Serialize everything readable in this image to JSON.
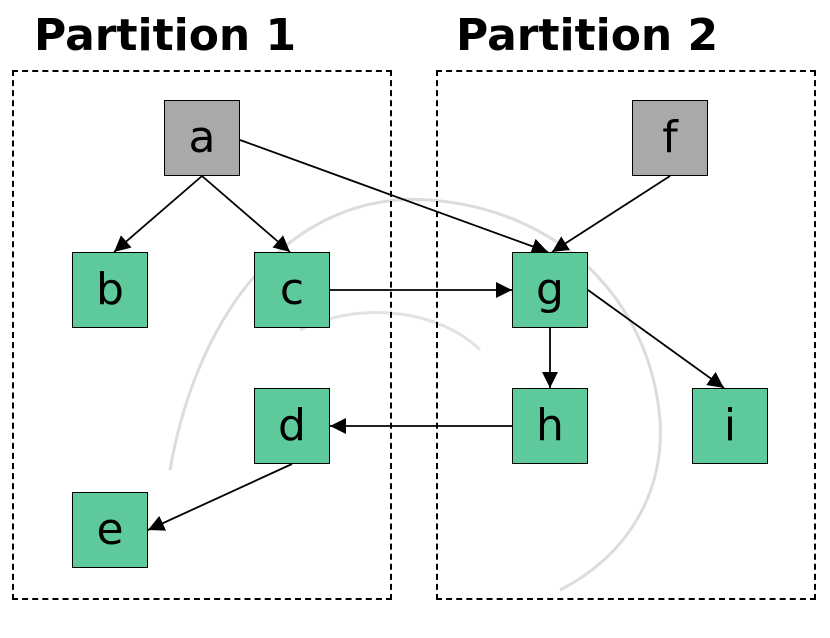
{
  "titles": {
    "partition_1": "Partition 1",
    "partition_2": "Partition 2"
  },
  "nodes": {
    "a": "a",
    "b": "b",
    "c": "c",
    "d": "d",
    "e": "e",
    "f": "f",
    "g": "g",
    "h": "h",
    "i": "i"
  },
  "colors": {
    "source_node": "#a9a9a9",
    "node": "#5ec99a",
    "edge": "#000000"
  }
}
